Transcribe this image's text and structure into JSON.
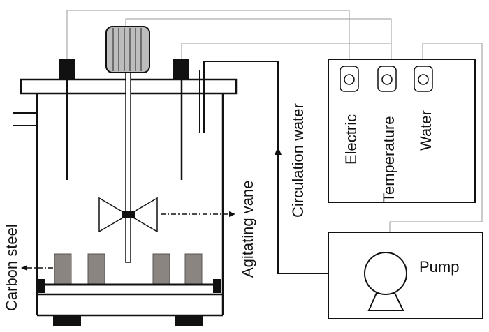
{
  "labels": {
    "carbon_steel": "Carbon steel",
    "agitating_vane": "Agitating vane",
    "circulation_water": "Circulation water",
    "electric": "Electric",
    "temperature": "Temperature",
    "water": "Water",
    "pump": "Pump"
  },
  "colors": {
    "line": "#111111",
    "wire": "#9a9a9a",
    "motor_fill": "#bdbdbd",
    "sample_fill": "#8a8580",
    "block_fill": "#111111"
  },
  "icons": {
    "motor": "motor-icon",
    "pump": "pump-icon",
    "control_knob": "control-knob-icon"
  }
}
